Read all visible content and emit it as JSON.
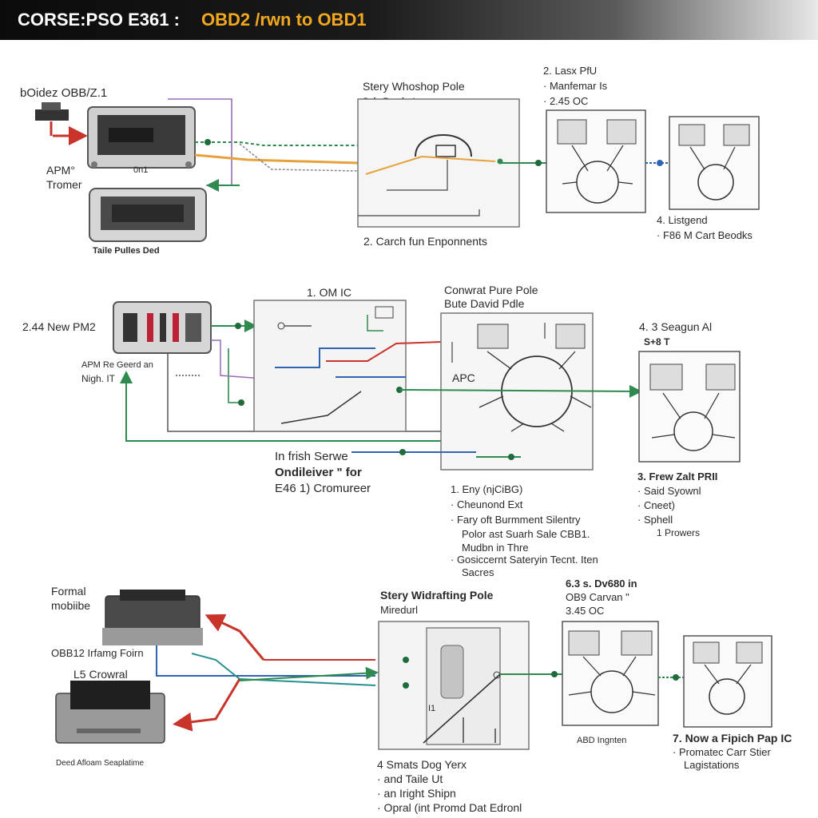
{
  "header": {
    "title_prefix": "CORSE:PSO E361 :",
    "title_highlight": "OBD2 /rwn to OBD1",
    "accent_color": "#f2a81e"
  },
  "row1": {
    "device_label": "bOidez OBB/Z.1",
    "apm_label_1": "APM°",
    "apm_label_2": "Tromer",
    "small_label": "0n1",
    "bottom_device_caption": "Taile Pulles Ded",
    "panel_title_1": "Stery Whoshop Pole",
    "panel_title_2": "Sale Pasdert",
    "panel_caption": "2. Carch fun Enponnents",
    "top_list": [
      "2. Lasx PfU",
      "· Manfemar Is",
      "· 2.45 OC"
    ],
    "right_list": [
      "4. Listgend",
      "· F86 M Cart Beodks"
    ]
  },
  "row2": {
    "device_label": "2.44 New PM2",
    "apm_label_1": "APM Re Geerd an",
    "apm_label_2": "Nigh. IT",
    "ic_title": "1. OM IC",
    "panel_title_1": "Conwrat Pure Pole",
    "panel_title_2": "Bute David Pdle",
    "center_label": "APC",
    "right_title_1": "4. 3 Seagun Al",
    "right_title_2": "S+8 T",
    "bottom_text_1": "In frish Serwe",
    "bottom_text_2": "Ondileiver  \" for",
    "bottom_text_3": "E46 1) Cromureer",
    "center_list": [
      "1. Eny (njCiBG)",
      "· Cheunond Ext",
      "· Fary oft Burmment Silentry",
      "Polor ast Suarh Sale CBB1.",
      "Mudbn in Thre",
      "· Gosiccernt Sateryin Tecnt. Iten",
      "Sacres"
    ],
    "right_list": [
      "3. Frew Zalt PRII",
      "· Said Syownl",
      "· Cneet)",
      "· Sphell",
      "1 Prowers"
    ]
  },
  "row3": {
    "device_label_1": "Formal",
    "device_label_2": "mobiibe",
    "connector_label": "OBB12 Irfamg Foirn",
    "device2_label": "L5 Crowral",
    "bottom_caption": "Deed Afloam Seaplatime",
    "panel_title_1": "Stery Widrafting Pole",
    "panel_title_2": "Miredurl",
    "small_label": "I1",
    "top_list": [
      "6.3 s. Dv680 in",
      "OB9 Carvan  \"",
      "3.45 OC"
    ],
    "mid_caption": "ABD Ingnten",
    "right_list": [
      "7. Now a Fipich Pap IC",
      "· Promatec Carr Stier",
      "Lagistations"
    ],
    "bottom_list": [
      "4  Smats Dog Yerx",
      "· and Taile Ut",
      "· an Iright Shipn",
      "· Opral (int Promd Dat Edronl"
    ]
  },
  "colors": {
    "wire_green": "#2e8a4e",
    "wire_red": "#c8342a",
    "wire_blue": "#2f66b3",
    "wire_orange": "#e6a23c",
    "wire_purple": "#9b6bb5",
    "wire_teal": "#2a8f8f"
  }
}
